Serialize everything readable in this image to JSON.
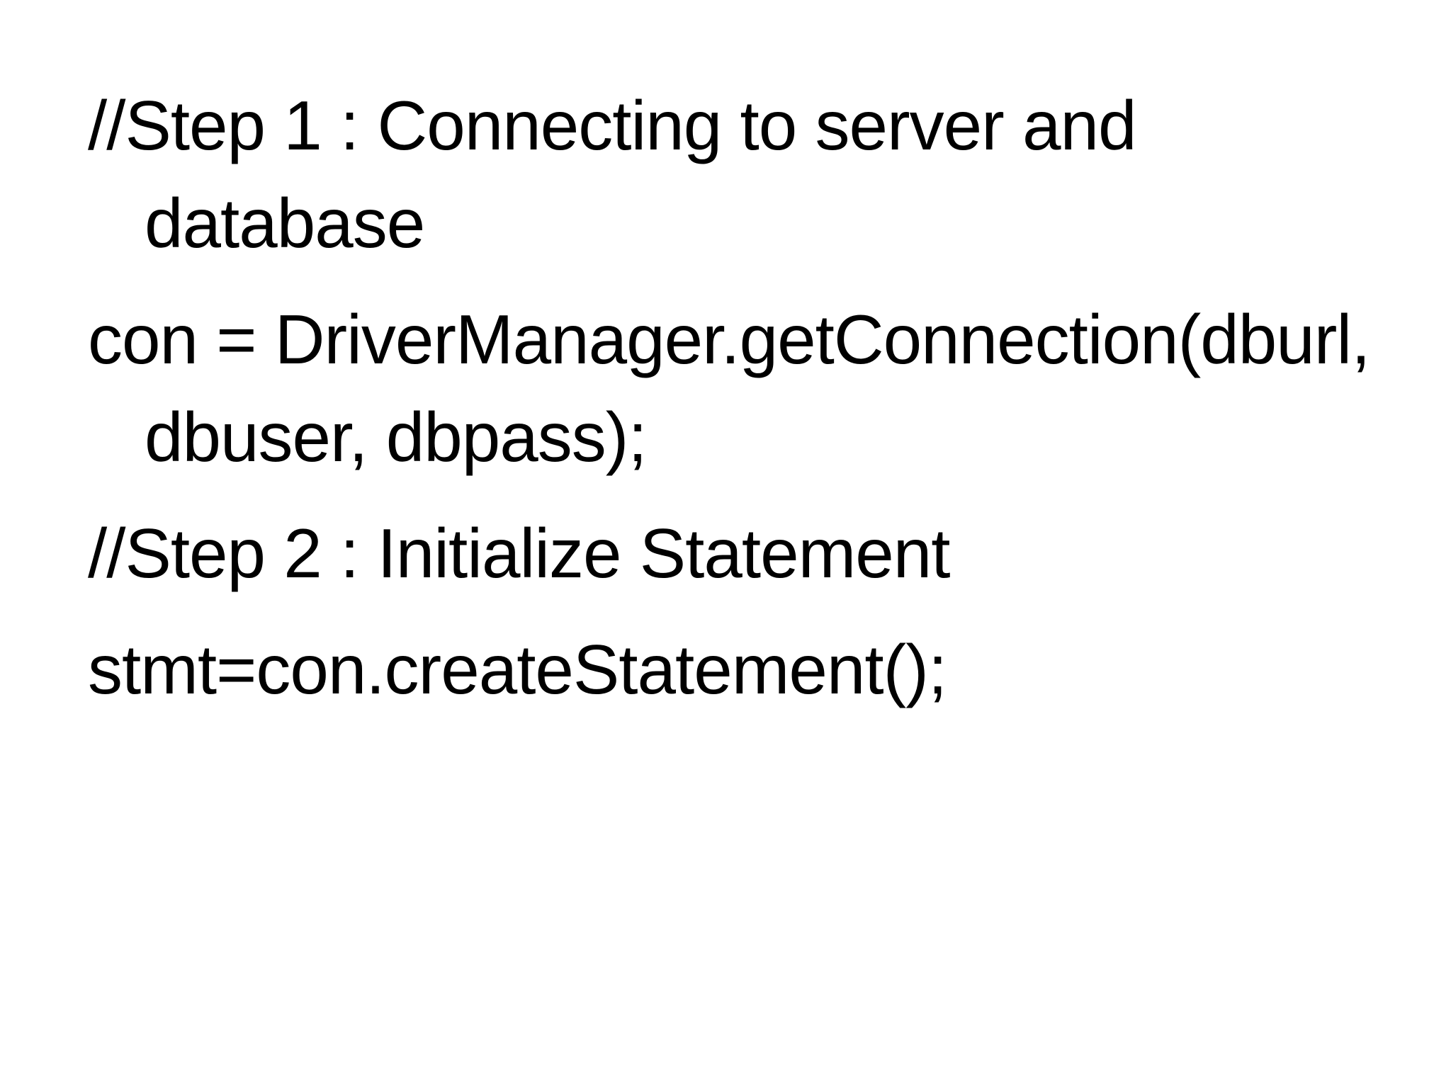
{
  "slide": {
    "paragraphs": [
      "//Step 1 : Connecting to server and database",
      "con = DriverManager.getConnection(dburl, dbuser, dbpass);",
      "//Step 2 : Initialize Statement",
      "stmt=con.createStatement();"
    ]
  }
}
